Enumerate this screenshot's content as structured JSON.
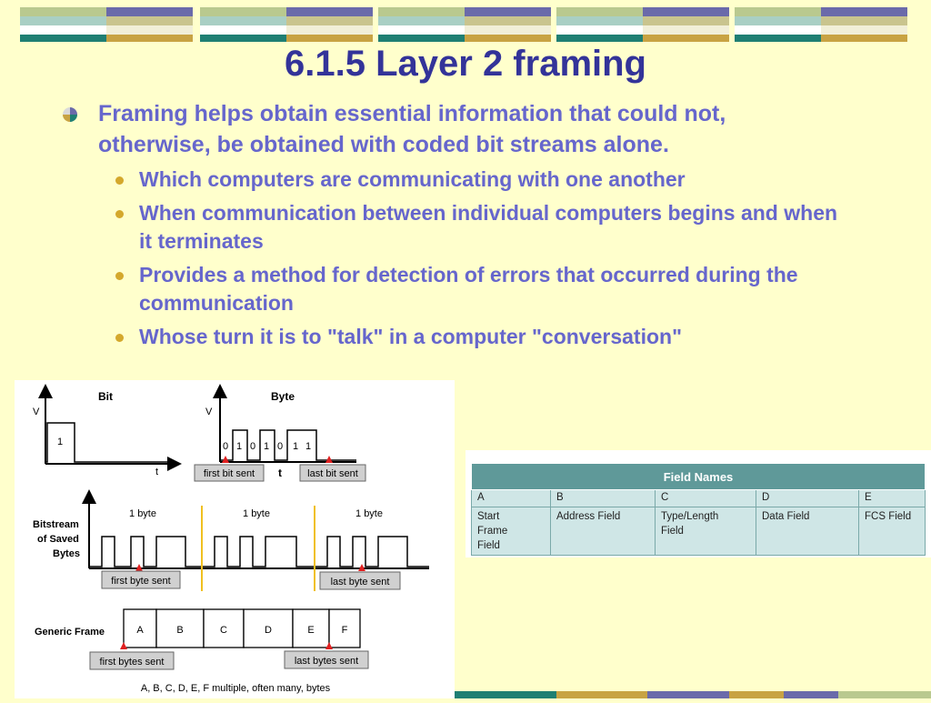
{
  "slide": {
    "title": "6.1.5 Layer 2 framing",
    "main_bullet": "Framing helps obtain essential information that could not, otherwise, be obtained with coded bit streams alone.",
    "sub_bullets": [
      "Which computers are communicating with one another",
      "When communication between individual computers begins and when it terminates",
      "Provides a method for detection of errors that occurred during the communication",
      "Whose turn it is to \"talk\" in a computer \"conversation\""
    ]
  },
  "colors": {
    "title": "#333399",
    "text": "#6666cc",
    "background": "#ffffcc",
    "band_teal": "#1f7f73",
    "band_gold": "#c8a343",
    "band_purple": "#6a6aaa"
  },
  "diagram": {
    "bit": {
      "title": "Bit",
      "v": "V",
      "t": "t",
      "value": "1"
    },
    "byte": {
      "title": "Byte",
      "v": "V",
      "t": "t",
      "bits": [
        "0",
        "1",
        "0",
        "1",
        "0",
        "1",
        "1"
      ],
      "first_label": "first bit sent",
      "last_label": "last bit sent"
    },
    "bitstream": {
      "label_1": "Bitstream",
      "label_2": "of Saved",
      "label_3": "Bytes",
      "byte_labels": [
        "1 byte",
        "1 byte",
        "1 byte"
      ],
      "first_label": "first byte sent",
      "last_label": "last byte sent"
    },
    "generic": {
      "label": "Generic Frame",
      "fields": [
        "A",
        "B",
        "C",
        "D",
        "E",
        "F"
      ],
      "first_label": "first bytes sent",
      "last_label": "last bytes sent",
      "caption": "A, B, C, D, E, F multiple, often many, bytes"
    }
  },
  "field_table": {
    "header": "Field Names",
    "letters": [
      "A",
      "B",
      "C",
      "D",
      "E"
    ],
    "descriptions": [
      [
        "Start",
        "Frame",
        "Field"
      ],
      [
        "Address Field"
      ],
      [
        "Type/Length",
        "Field"
      ],
      [
        "Data Field"
      ],
      [
        "FCS Field"
      ]
    ]
  }
}
